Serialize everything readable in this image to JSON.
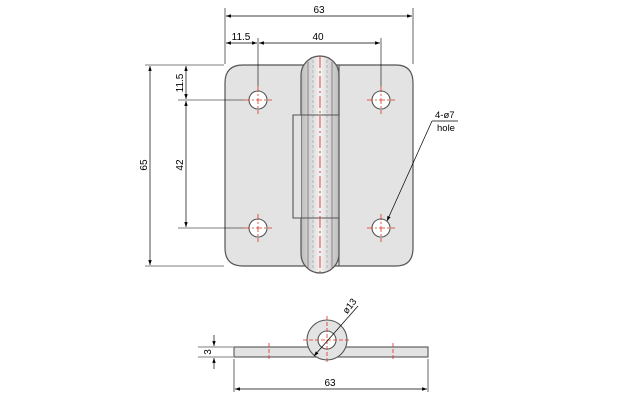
{
  "top_view": {
    "dim_overall_width": "63",
    "dim_hole_offset_x": "11.5",
    "dim_hole_spacing_x": "40",
    "dim_hole_offset_y": "11.5",
    "dim_hole_spacing_y": "42",
    "dim_overall_height": "65",
    "hole_callout_line1": "4-ø7",
    "hole_callout_line2": "hole"
  },
  "side_view": {
    "dim_thickness": "3",
    "dim_knuckle_diameter": "ø13",
    "dim_overall_width": "63"
  },
  "colors": {
    "line": "#000000",
    "plate_fill": "#e3e3e3",
    "plate_stroke": "#555555",
    "centerline": "#e0301e"
  }
}
